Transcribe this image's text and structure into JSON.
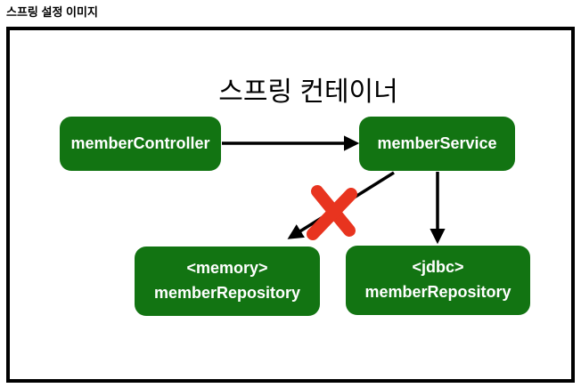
{
  "page": {
    "title": "스프링 설정 이미지"
  },
  "diagram": {
    "container_title": "스프링 컨테이너",
    "nodes": [
      {
        "id": "memberController",
        "label": "memberController"
      },
      {
        "id": "memberService",
        "label": "memberService"
      },
      {
        "id": "memoryMemberRepository",
        "label_line1": "<memory>",
        "label_line2": "memberRepository"
      },
      {
        "id": "jdbcMemberRepository",
        "label_line1": "<jdbc>",
        "label_line2": "memberRepository"
      }
    ],
    "edges": [
      {
        "from": "memberController",
        "to": "memberService",
        "status": "active"
      },
      {
        "from": "memberService",
        "to": "memoryMemberRepository",
        "status": "crossed-out"
      },
      {
        "from": "memberService",
        "to": "jdbcMemberRepository",
        "status": "active"
      }
    ],
    "colors": {
      "node_green": "#127412",
      "cross_red": "#e8341f",
      "line_black": "#000000",
      "node_text": "#ffffff",
      "border_black": "#000000"
    }
  }
}
